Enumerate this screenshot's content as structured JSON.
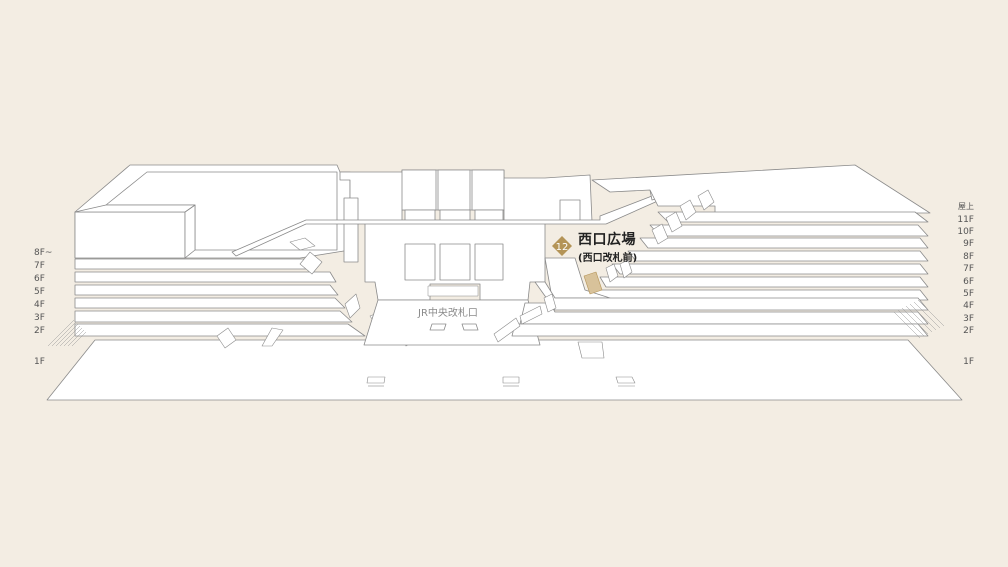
{
  "floors_left": [
    "8F~",
    "7F",
    "6F",
    "5F",
    "4F",
    "3F",
    "2F",
    "1F"
  ],
  "floors_right": [
    "屋上",
    "11F",
    "10F",
    "9F",
    "8F",
    "7F",
    "6F",
    "5F",
    "4F",
    "3F",
    "2F",
    "1F"
  ],
  "gate": {
    "label": "JR中央改札口"
  },
  "location": {
    "number": "12",
    "name": "西口広場",
    "sub": "(西口改札前)",
    "marker_color": "#b49457"
  },
  "colors": {
    "background": "#f3ede3",
    "structure_fill": "#ffffff",
    "structure_line": "#888888",
    "highlight": "#d8c29a"
  }
}
